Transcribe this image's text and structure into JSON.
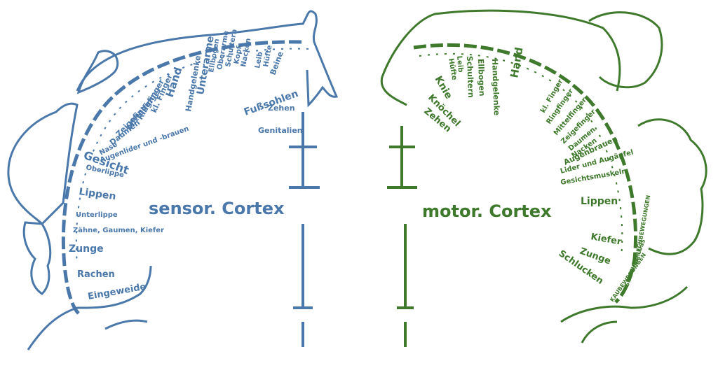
{
  "colors": {
    "sensory": "#4a78aa",
    "motor": "#3f7a2c",
    "background": "#ffffff"
  },
  "sensory": {
    "title": "sensor. Cortex",
    "labels": [
      "Genitalien",
      "Zehen",
      "Fußsohlen",
      "Beine",
      "Hüfte",
      "Leib",
      "Nacken",
      "Kopf",
      "Schultern",
      "Oberarme",
      "Ellbogen",
      "Unterarme",
      "Handgelenke",
      "Hand",
      "kl. Finger",
      "Ringfinger",
      "Mittelfinger",
      "Zeigefinger",
      "Daumen",
      "Nase",
      "Augenlider und -brauen",
      "Gesicht",
      "Oberlippe",
      "Lippen",
      "Unterlippe",
      "Zähne, Gaumen, Kiefer",
      "Zunge",
      "Rachen",
      "Eingeweide"
    ]
  },
  "motor": {
    "title": "motor. Cortex",
    "labels": [
      "Zehen",
      "Knöchel",
      "Knie",
      "Hüfte",
      "Leib",
      "Schultern",
      "Ellbogen",
      "Handgelenke",
      "Hand",
      "kl. Finger",
      "Ringfinger",
      "Mittelfinger",
      "Zeigefinger",
      "Daumen",
      "Nacken",
      "Augenbrauen",
      "Lider und Augäpfel",
      "Gesichtsmuskeln",
      "Lippen",
      "Kiefer",
      "Zunge",
      "Schlucken"
    ],
    "arc_labels": [
      "SPRECHBEWEGUNGEN",
      "SPEICHELFLUSS",
      "KAUBEWEGUNGEN"
    ]
  }
}
